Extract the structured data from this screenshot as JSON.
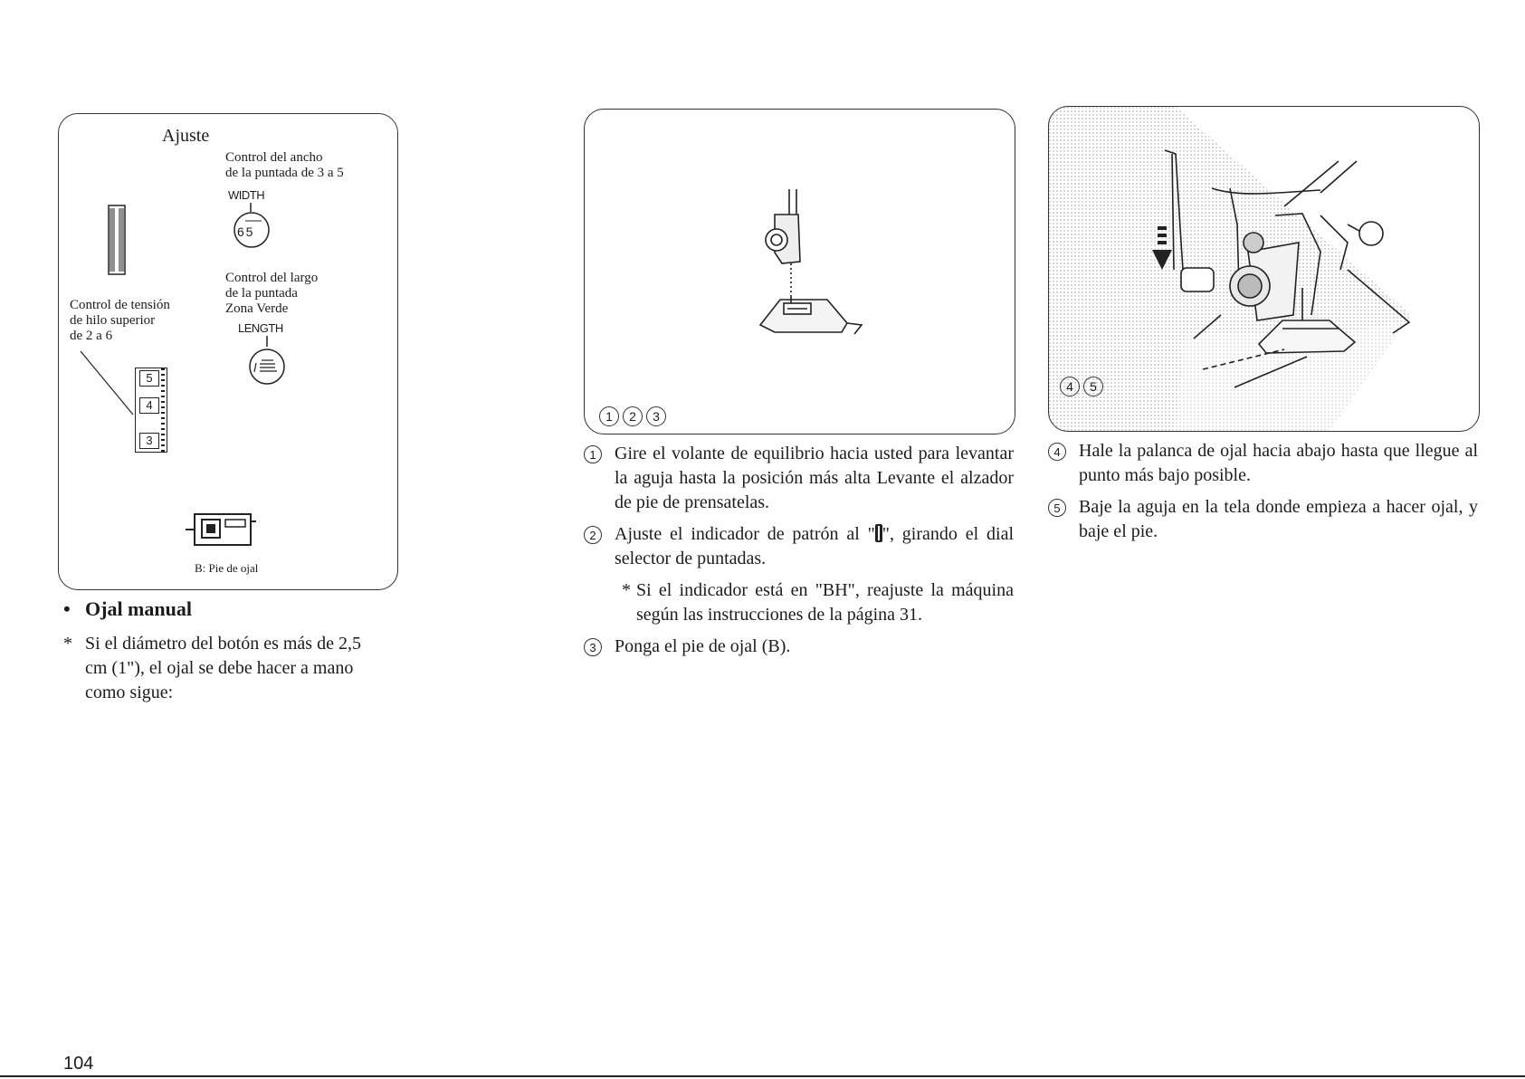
{
  "left_panel": {
    "title": "Ajuste",
    "width_label": [
      "Control del ancho",
      "de la puntada de 3 a 5"
    ],
    "width_tag": "WIDTH",
    "width_dial": "6 5",
    "length_label": [
      "Control del largo",
      "de la puntada",
      "Zona Verde"
    ],
    "length_tag": "LENGTH",
    "tension_label": [
      "Control de tensión",
      "de hilo superior",
      "de 2 a 6"
    ],
    "tension_values": [
      "5",
      "4",
      "3"
    ],
    "foot_caption": "B: Pie de ojal"
  },
  "manual": {
    "bullet": "•",
    "heading": "Ojal manual",
    "note_star": "*",
    "note_lines": [
      "Si el diámetro del botón es más de 2,5",
      "cm (1\"), el ojal se debe hacer a mano",
      "como sigue:"
    ]
  },
  "mid_panel": {
    "step_numbers": [
      "1",
      "2",
      "3"
    ]
  },
  "right_panel": {
    "step_numbers": [
      "4",
      "5"
    ]
  },
  "steps_mid": [
    {
      "num": "1",
      "text": "Gire el volante de equilibrio hacia usted para levantar la aguja hasta la posición más alta Levante el alzador de pie de prensatelas."
    },
    {
      "num": "2",
      "text_before": "Ajuste el indicador de patrón al \"",
      "text_after": "\", girando el dial selector de puntadas."
    },
    {
      "num": "3",
      "text": "Ponga el pie de ojal (B)."
    }
  ],
  "subnote_mid": {
    "star": "*",
    "text": "Si el indicador está en \"BH\", reajuste la máquina según las instrucciones de la página 31."
  },
  "steps_right": [
    {
      "num": "4",
      "text": "Hale la palanca de ojal hacia abajo hasta que llegue al punto más bajo posible."
    },
    {
      "num": "5",
      "text": "Baje la aguja en la tela donde empieza a hacer ojal, y baje el pie."
    }
  ],
  "page_number": "104"
}
